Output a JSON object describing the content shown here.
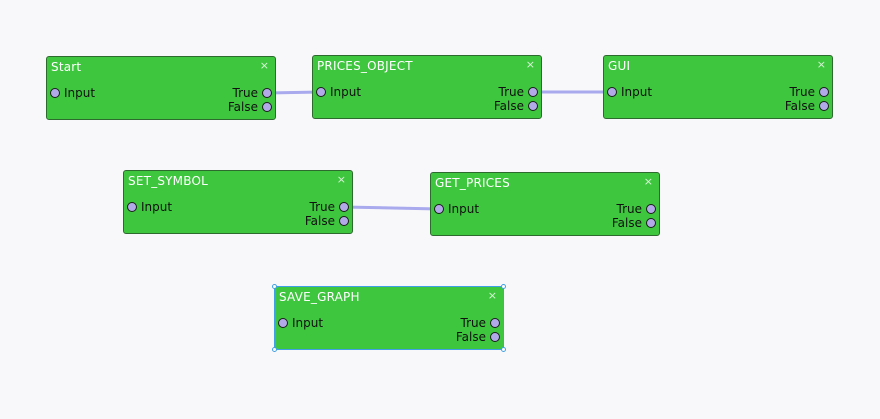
{
  "colors": {
    "canvas_background": "#f8f8fa",
    "node_fill": "#3fc63f",
    "node_border": "#2d6a2d",
    "port_fill": "#b2a9e8",
    "wire": "#a9a9ee",
    "selection": "#3fa0e6"
  },
  "nodes": [
    {
      "id": "start",
      "title": "Start",
      "input_label": "Input",
      "true_label": "True",
      "false_label": "False",
      "close_icon": "×",
      "selected": false
    },
    {
      "id": "prices_object",
      "title": "PRICES_OBJECT",
      "input_label": "Input",
      "true_label": "True",
      "false_label": "False",
      "close_icon": "×",
      "selected": false
    },
    {
      "id": "gui",
      "title": "GUI",
      "input_label": "Input",
      "true_label": "True",
      "false_label": "False",
      "close_icon": "×",
      "selected": false
    },
    {
      "id": "set_symbol",
      "title": "SET_SYMBOL",
      "input_label": "Input",
      "true_label": "True",
      "false_label": "False",
      "close_icon": "×",
      "selected": false
    },
    {
      "id": "get_prices",
      "title": "GET_PRICES",
      "input_label": "Input",
      "true_label": "True",
      "false_label": "False",
      "close_icon": "×",
      "selected": false
    },
    {
      "id": "save_graph",
      "title": "SAVE_GRAPH",
      "input_label": "Input",
      "true_label": "True",
      "false_label": "False",
      "close_icon": "×",
      "selected": true
    }
  ],
  "connections": [
    {
      "from": "start",
      "from_port": "True",
      "to": "prices_object",
      "to_port": "Input"
    },
    {
      "from": "prices_object",
      "from_port": "True",
      "to": "gui",
      "to_port": "Input"
    },
    {
      "from": "set_symbol",
      "from_port": "True",
      "to": "get_prices",
      "to_port": "Input"
    }
  ]
}
